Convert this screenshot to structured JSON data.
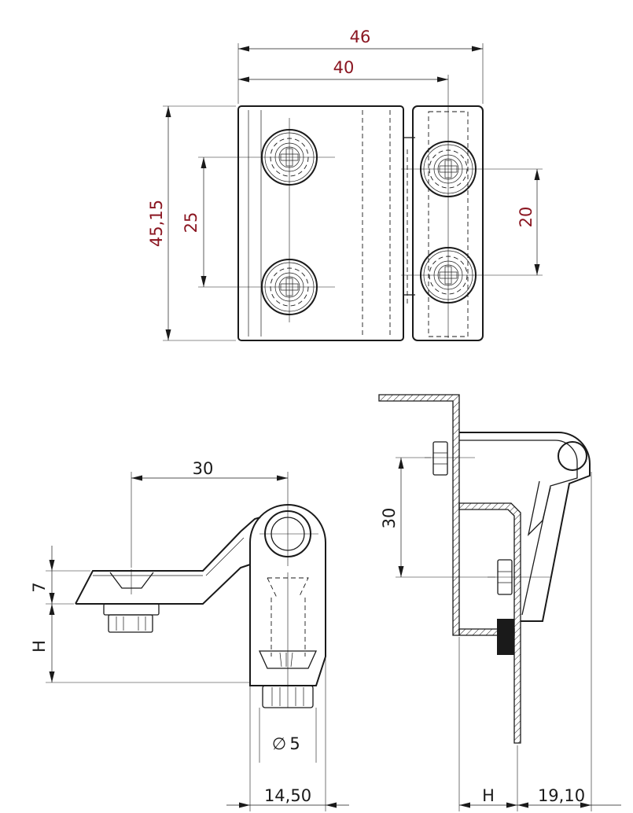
{
  "top_view": {
    "overall_width": "46",
    "hole_span_width": "40",
    "height": "45,15",
    "left_hole_pitch": "25",
    "right_hole_pitch": "20",
    "dimension_color": "#8a1520"
  },
  "side_view": {
    "offset": "30",
    "flange_height": "7",
    "mount_height": "H",
    "bore_diameter_symbol": "∅",
    "bore_diameter": "5",
    "width": "14,50"
  },
  "installed_view": {
    "hole_pitch": "30",
    "gap": "H",
    "projection": "19,10"
  }
}
